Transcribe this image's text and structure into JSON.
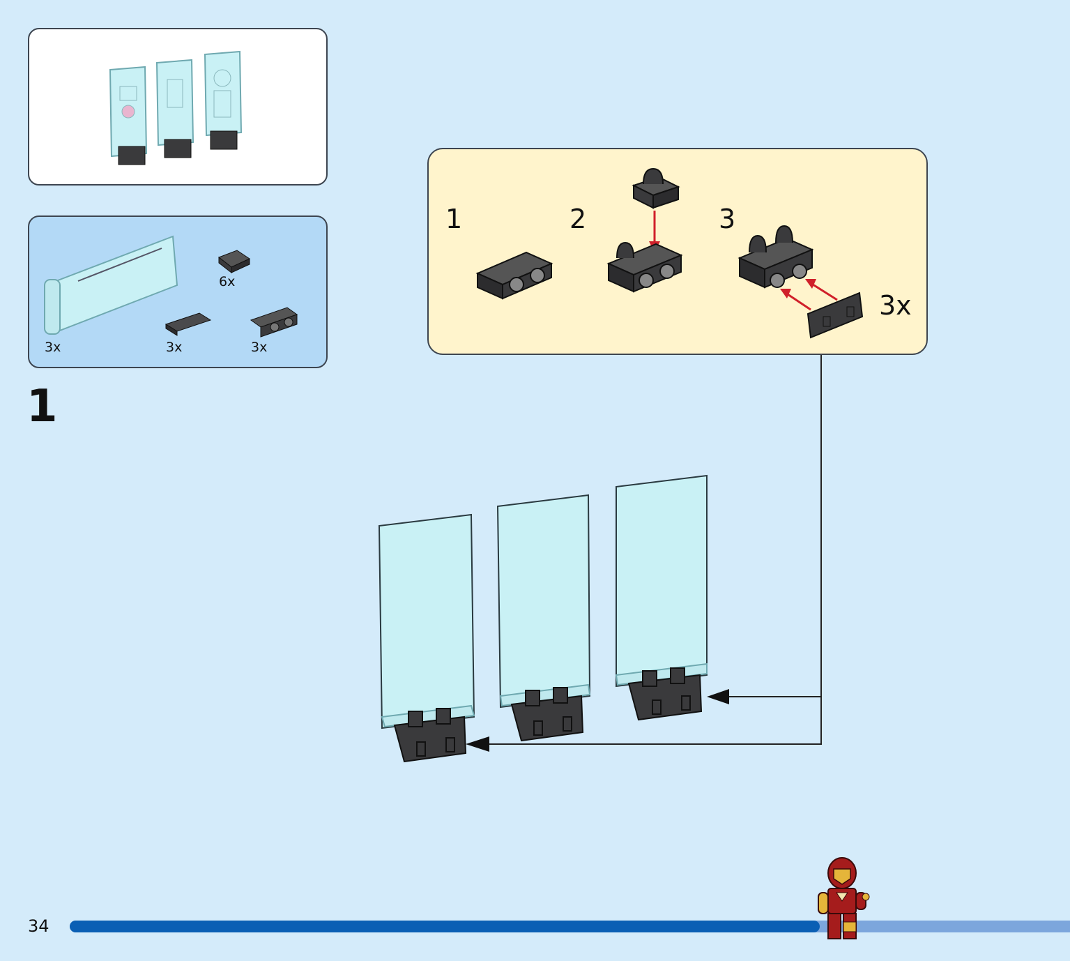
{
  "preview": {
    "label": ""
  },
  "parts_list": {
    "items": [
      {
        "name": "transparent-panel",
        "qty": "3x"
      },
      {
        "name": "clip-plate",
        "qty": "6x"
      },
      {
        "name": "tile-plate",
        "qty": "3x"
      },
      {
        "name": "bracket-plate",
        "qty": "3x"
      }
    ]
  },
  "sub_assembly": {
    "steps": [
      "1",
      "2",
      "3"
    ],
    "multiplier": "3x"
  },
  "main_step": {
    "number": "1"
  },
  "footer": {
    "page_number": "34",
    "progress": 0.75
  },
  "colors": {
    "background": "#d4ebfa",
    "parts_panel": "#b3d9f6",
    "subassembly_panel": "#fff4cc",
    "progress_done": "#0a5fb4",
    "progress_remaining": "#7ca6dc",
    "arrow_red": "#d0202a",
    "transparent_part": "#c9f1f5",
    "dark_part": "#3a3a3c"
  }
}
